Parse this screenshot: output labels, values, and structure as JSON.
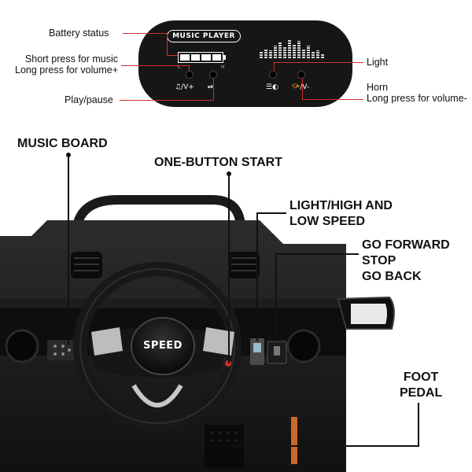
{
  "panel": {
    "title": "MUSIC PLAYER",
    "battery_low": "L",
    "battery_high": "H",
    "btn_music": "♫/V+",
    "btn_play": "⏯",
    "btn_light": "☰◐",
    "btn_horn": "📯/V-"
  },
  "callouts": {
    "battery": "Battery status",
    "music_line1": "Short press for music",
    "music_line2": "Long press for volume+",
    "play": "Play/pause",
    "light": "Light",
    "horn_line1": "Horn",
    "horn_line2": "Long press for volume-"
  },
  "features": {
    "music_board": "MUSIC BOARD",
    "one_button": "ONE-BUTTON START",
    "light_speed_line1": "LIGHT/HIGH AND",
    "light_speed_line2": "LOW SPEED",
    "direction_line1": "GO FORWARD",
    "direction_line2": "STOP",
    "direction_line3": "GO BACK",
    "pedal_line1": "FOOT",
    "pedal_line2": "PEDAL"
  },
  "wheel": {
    "brand": "SPEED"
  },
  "colors": {
    "panel": "#161616",
    "accent_red": "#d0302b",
    "line": "#111111"
  }
}
